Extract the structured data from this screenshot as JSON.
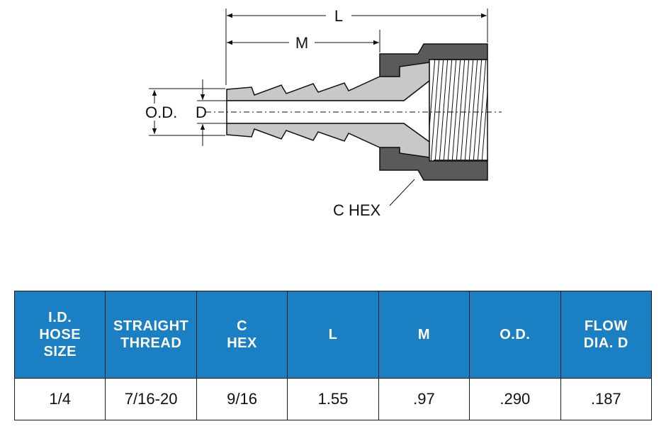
{
  "drawing": {
    "labels": {
      "l": "L",
      "m": "M",
      "od": "O.D.",
      "d": "D",
      "c_hex": "C HEX"
    },
    "colors": {
      "body_dark": "#5a5a5a",
      "barb_light": "#c8c8c8",
      "line": "#111111"
    }
  },
  "table": {
    "header_color": "#1a7fc3",
    "columns": [
      "I.D.\nHOSE\nSIZE",
      "STRAIGHT\nTHREAD",
      "C\nHEX",
      "L",
      "M",
      "O.D.",
      "FLOW\nDIA. D"
    ],
    "rows": [
      [
        "1/4",
        "7/16-20",
        "9/16",
        "1.55",
        ".97",
        ".290",
        ".187"
      ]
    ]
  }
}
